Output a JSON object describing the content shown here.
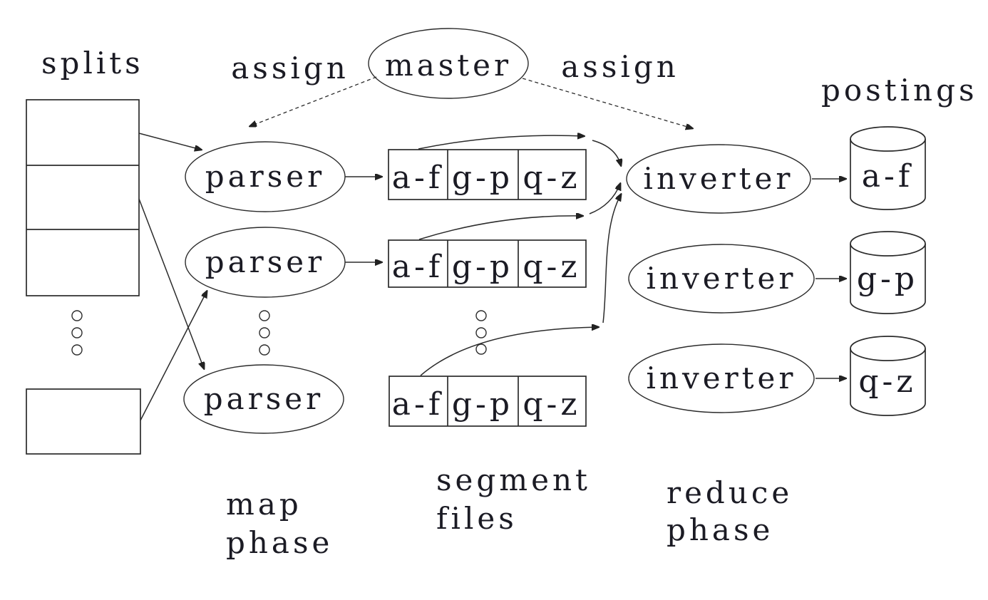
{
  "labels": {
    "splits": "splits",
    "assign_left": "assign",
    "assign_right": "assign",
    "postings": "postings",
    "map_phase": [
      "map",
      "phase"
    ],
    "segment_files": [
      "segment",
      "files"
    ],
    "reduce_phase": [
      "reduce",
      "phase"
    ]
  },
  "nodes": {
    "master": "master",
    "parsers": [
      "parser",
      "parser",
      "parser"
    ],
    "inverters": [
      "inverter",
      "inverter",
      "inverter"
    ]
  },
  "segment_files": {
    "rows": [
      {
        "cells": [
          "a-f",
          "g-p",
          "q-z"
        ]
      },
      {
        "cells": [
          "a-f",
          "g-p",
          "q-z"
        ]
      },
      {
        "cells": [
          "a-f",
          "g-p",
          "q-z"
        ]
      }
    ]
  },
  "postings": {
    "cylinders": [
      "a-f",
      "g-p",
      "q-z"
    ]
  },
  "colors": {
    "ink": "#1b1b24",
    "line": "#2b2b2b",
    "background": "#ffffff"
  }
}
